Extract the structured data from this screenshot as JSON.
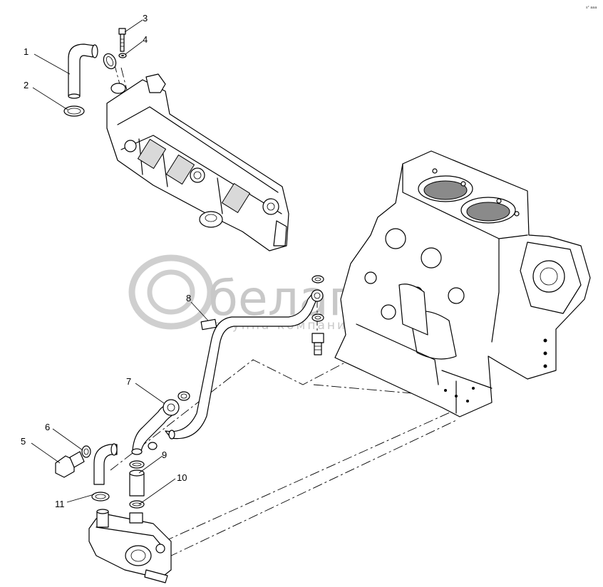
{
  "watermark": {
    "name": "белаглос",
    "subtitle": "группа компаний"
  },
  "corner_code": "s² aaa",
  "callouts": [
    {
      "id": "1",
      "label": "1"
    },
    {
      "id": "2",
      "label": "2"
    },
    {
      "id": "3",
      "label": "3"
    },
    {
      "id": "4",
      "label": "4"
    },
    {
      "id": "5",
      "label": "5"
    },
    {
      "id": "6",
      "label": "6"
    },
    {
      "id": "7",
      "label": "7"
    },
    {
      "id": "8",
      "label": "8"
    },
    {
      "id": "9",
      "label": "9"
    },
    {
      "id": "10",
      "label": "10"
    },
    {
      "id": "11",
      "label": "11"
    }
  ]
}
